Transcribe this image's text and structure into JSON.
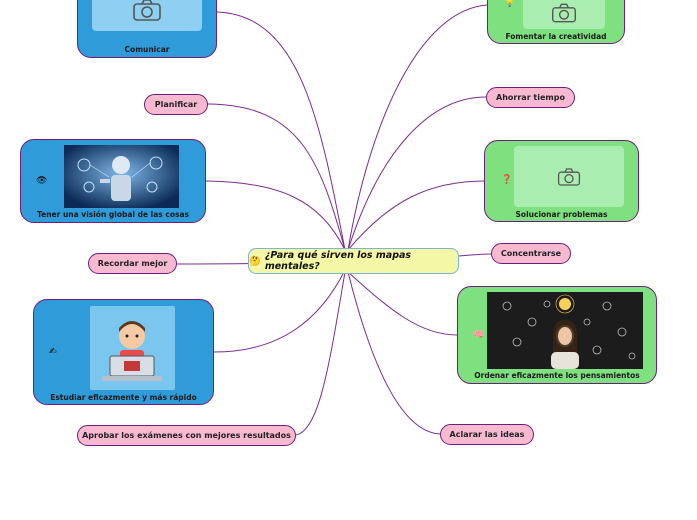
{
  "central": {
    "emoji": "🤔",
    "title": "¿Para qué sirven los mapas mentales?"
  },
  "nodes": {
    "comunicar": {
      "label": "Comunicar",
      "icon": "camera-icon"
    },
    "planificar": {
      "label": "Planificar"
    },
    "vision": {
      "label": "Tener una visión global de las cosas",
      "emoji": "👁",
      "image": "robot-hologram-image"
    },
    "recordar": {
      "label": "Recordar mejor"
    },
    "estudiar": {
      "label": "Estudiar eficazmente y más rápido",
      "emoji": "✍",
      "image": "student-laptop-image"
    },
    "aprobar": {
      "label": "Aprobar los exámenes con mejores resultados"
    },
    "creatividad": {
      "label": "Fomentar la creatividad",
      "emoji": "💡",
      "icon": "camera-icon"
    },
    "tiempo": {
      "label": "Ahorrar tiempo"
    },
    "problemas": {
      "label": "Solucionar problemas",
      "emoji": "❓",
      "icon": "camera-icon"
    },
    "concentrarse": {
      "label": "Concentrarse"
    },
    "ordenar": {
      "label": "Ordenar eficazmente los pensamientos",
      "emoji": "🧠",
      "image": "woman-lightbulbs-image"
    },
    "aclarar": {
      "label": "Aclarar las ideas"
    }
  },
  "colors": {
    "connector": "#7b2d8e",
    "pill": "#f7b9cf",
    "blue_card": "#2f9bd9",
    "green_card": "#7ee07f",
    "central": "#f4f7a6"
  }
}
